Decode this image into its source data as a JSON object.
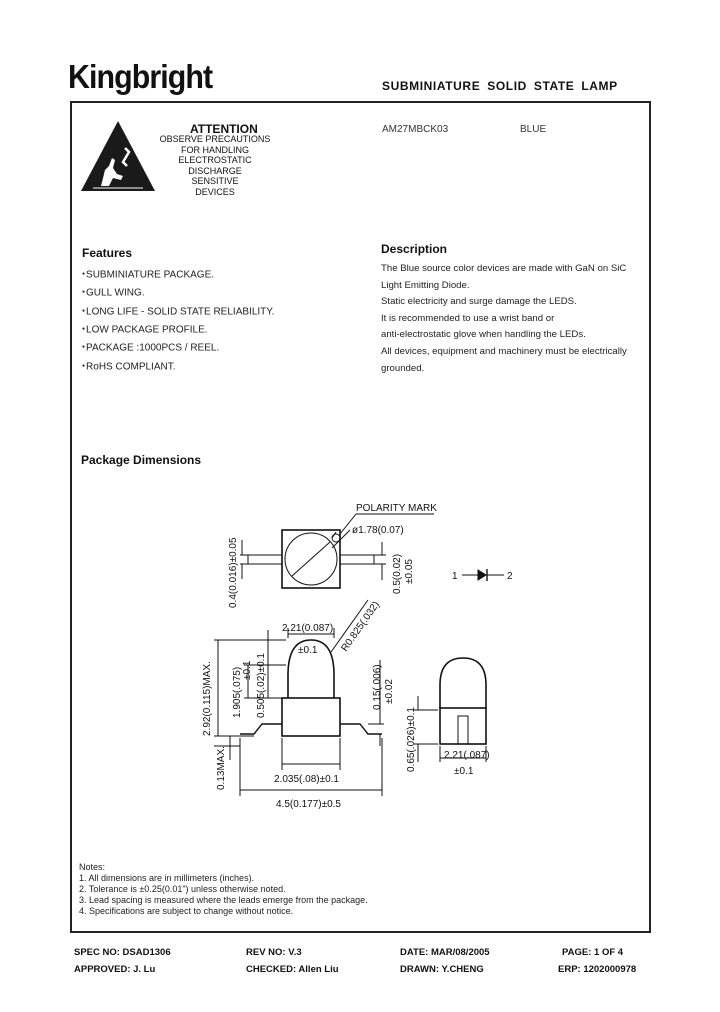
{
  "header": {
    "logo": "Kingbright",
    "doc_title": "SUBMINIATURE SOLID STATE LAMP"
  },
  "attention": {
    "title": "ATTENTION",
    "lines": [
      "OBSERVE PRECAUTIONS",
      "FOR HANDLING",
      "ELECTROSTATIC",
      "DISCHARGE",
      "SENSITIVE",
      "DEVICES"
    ]
  },
  "part": {
    "number": "AM27MBCK03",
    "color": "BLUE"
  },
  "features": {
    "title": "Features",
    "items": [
      "SUBMINIATURE PACKAGE.",
      "GULL WING.",
      "LONG LIFE - SOLID STATE RELIABILITY.",
      "LOW PACKAGE PROFILE.",
      "PACKAGE :1000PCS / REEL.",
      "RoHS COMPLIANT."
    ]
  },
  "description": {
    "title": "Description",
    "lines": [
      "The Blue source color devices are made with GaN on SiC",
      "Light Emitting Diode.",
      "Static electricity and surge damage the LEDS.",
      "It is recommended to use a wrist band or",
      "anti-electrostatic glove when handling the LEDs.",
      "All devices, equipment and machinery must be electrically",
      "grounded."
    ]
  },
  "package": {
    "title": "Package Dimensions",
    "polarity_mark": "POLARITY MARK",
    "dims": {
      "phi": "ø1.78(0.07)",
      "lead_w": "0.4(0.016)±0.05",
      "lead_gap": "0.5(0.02)",
      "lead_gap_tol": "±0.05",
      "width": "2.21(0.087)",
      "width_tol": "±0.1",
      "radius": "R0.825(.032)",
      "height": "2.92(0.115)MAX.",
      "dome": "1.905(.075)",
      "dome_tol": "±0.1",
      "base": "0.505(.02)±0.1",
      "lead_t": "0.15(.006)",
      "lead_t_tol": "±0.02",
      "standoff": "0.13MAX.",
      "body_w": "2.035(.08)±0.1",
      "overall": "4.5(0.177)±0.5",
      "side_h": "0.65(.026)±0.1",
      "side_w": "2.21(.087)",
      "side_w_tol": "±0.1"
    },
    "diode": {
      "pin1": "1",
      "pin2": "2"
    }
  },
  "notes": {
    "title": "Notes:",
    "lines": [
      "1. All dimensions are in millimeters (inches).",
      "2. Tolerance is ±0.25(0.01\") unless otherwise noted.",
      "3. Lead spacing is measured where the leads emerge from the package.",
      "4. Specifications are subject to change without notice."
    ]
  },
  "footer": {
    "spec_no": "SPEC NO: DSAD1306",
    "rev_no": "REV NO: V.3",
    "date": "DATE: MAR/08/2005",
    "page": "PAGE: 1 OF 4",
    "approved": "APPROVED: J. Lu",
    "checked": "CHECKED: Allen Liu",
    "drawn": "DRAWN: Y.CHENG",
    "erp": "ERP: 1202000978"
  }
}
